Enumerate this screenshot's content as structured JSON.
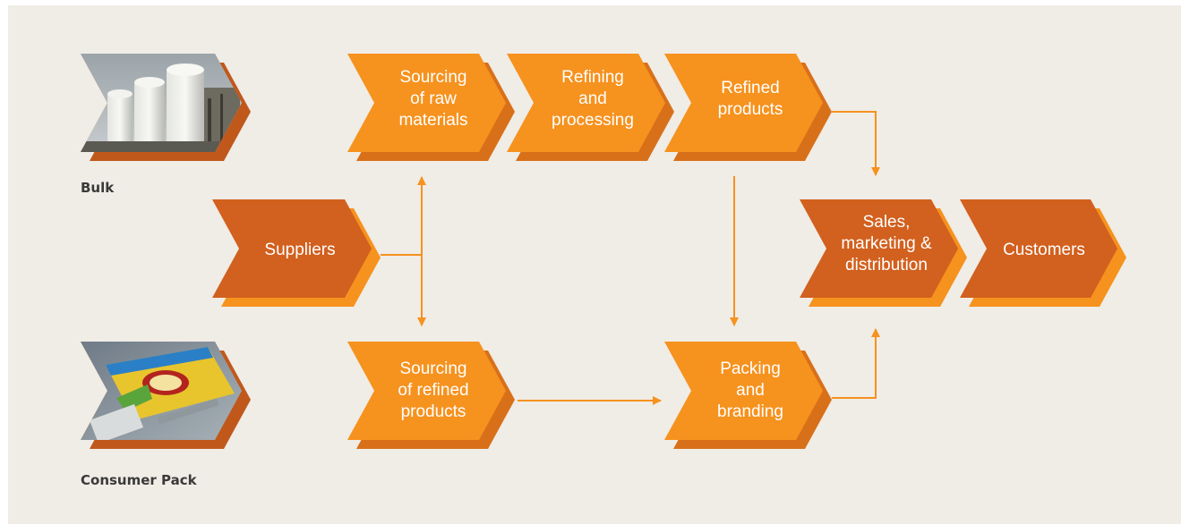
{
  "rows": {
    "bulk": "Bulk",
    "consumer": "Consumer Pack"
  },
  "images": {
    "bulk": "storage-tanks-photo",
    "consumer": "margarine-tub-photo"
  },
  "nodes": {
    "sourcing_raw": [
      "Sourcing",
      "of raw",
      "materials"
    ],
    "refining": [
      "Refining",
      "and",
      "processing"
    ],
    "refined_products": [
      "Refined",
      "products"
    ],
    "suppliers": [
      "Suppliers"
    ],
    "sourcing_refined": [
      "Sourcing",
      "of refined",
      "products"
    ],
    "packing": [
      "Packing",
      "and",
      "branding"
    ],
    "sales": [
      "Sales,",
      "marketing &",
      "distribution"
    ],
    "customers": [
      "Customers"
    ]
  },
  "colors": {
    "background": "#f0ece6",
    "light_face": "#f6921e",
    "light_edge": "#d8701a",
    "dark_face": "#d2601e",
    "dark_edge": "#f6921e",
    "arrow": "#f6921e"
  }
}
